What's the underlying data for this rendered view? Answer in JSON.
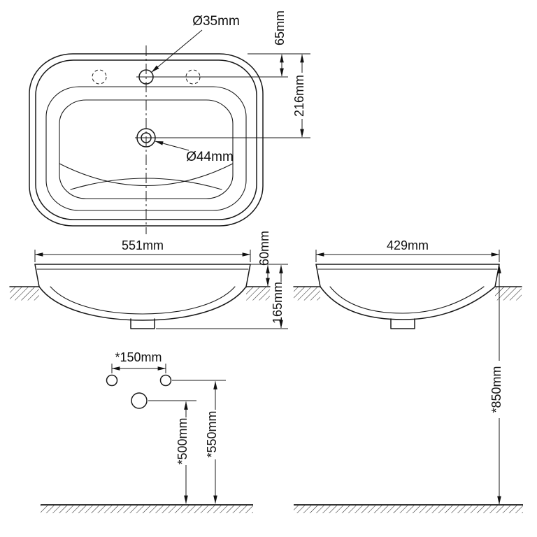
{
  "colors": {
    "line": "#1a1a1a",
    "background": "#ffffff",
    "text": "#111111"
  },
  "top_view": {
    "faucet_hole_label": "Ø35mm",
    "drain_hole_label": "Ø44mm",
    "faucet_offset_label": "65mm",
    "drain_offset_label": "216mm"
  },
  "front_view": {
    "width_label": "551mm",
    "rim_height_label": "60mm",
    "total_height_label": "165mm"
  },
  "side_view": {
    "depth_label": "429mm",
    "install_height_label": "*850mm"
  },
  "mounting": {
    "hole_spacing_label": "*150mm",
    "drain_height_label": "*500mm",
    "hole_height_label": "*550mm"
  }
}
